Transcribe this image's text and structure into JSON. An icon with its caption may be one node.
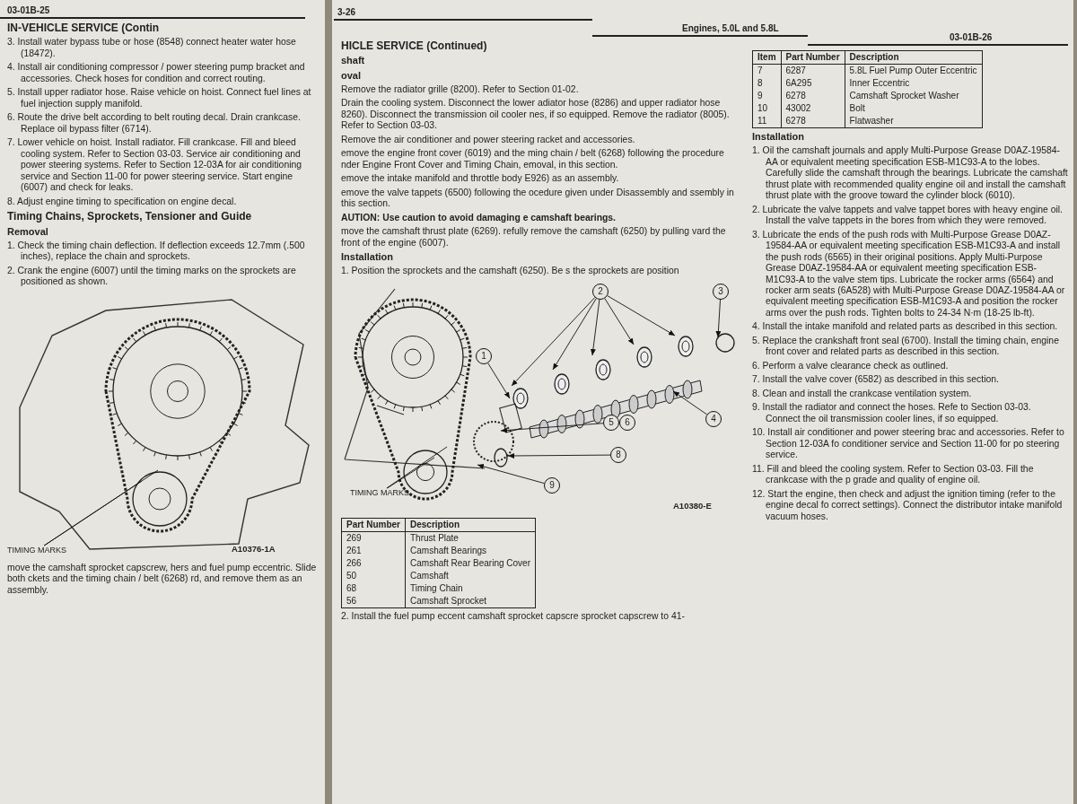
{
  "diagram": {
    "nodes": [
      {
        "text": [
          "TIMING MARKS"
        ]
      },
      {
        "text": [
          "1"
        ]
      },
      {
        "text": [
          "2"
        ]
      },
      {
        "text": [
          "3"
        ]
      },
      {
        "text": [
          "4"
        ]
      },
      {
        "text": [
          "5"
        ]
      },
      {
        "text": [
          "6"
        ]
      },
      {
        "text": [
          "8"
        ]
      },
      {
        "text": [
          "9"
        ]
      },
      {
        "text": [
          "TIMING MARKS"
        ]
      }
    ],
    "edges": [
      {
        "from": 0,
        "to": null,
        "arrow": "none"
      },
      {
        "from": 0,
        "to": null,
        "arrow": "none"
      },
      {
        "from": 1,
        "to": null,
        "arrow": "to"
      },
      {
        "from": 2,
        "to": null,
        "arrow": "to"
      },
      {
        "from": 2,
        "to": null,
        "arrow": "to"
      },
      {
        "from": 2,
        "to": null,
        "arrow": "to"
      },
      {
        "from": 2,
        "to": null,
        "arrow": "to"
      },
      {
        "from": 2,
        "to": null,
        "arrow": "to"
      },
      {
        "from": 3,
        "to": null,
        "arrow": "to"
      },
      {
        "from": 4,
        "to": null,
        "arrow": "to"
      },
      {
        "from": 5,
        "to": null,
        "arrow": "to"
      },
      {
        "from": 7,
        "to": null,
        "arrow": "to"
      },
      {
        "from": 8,
        "to": null,
        "arrow": "to"
      },
      {
        "from": 9,
        "to": null,
        "arrow": "none"
      },
      {
        "from": 9,
        "to": null,
        "arrow": "none"
      }
    ],
    "labels": [
      "03-01B-25",
      "IN-VEHICLE SERVICE (Contin",
      "3. Install water bypass tube or hose (8548) connect heater water hose (18472).",
      "4. Install air conditioning compressor / power steering pump bracket and accessories. Check hoses for condition and correct routing.",
      "5. Install upper radiator hose. Raise vehicle on hoist. Connect fuel lines at fuel injection supply manifold.",
      "6. Route the drive belt according to belt routing decal. Drain crankcase. Replace oil bypass filter (6714).",
      "7. Lower vehicle on hoist. Install radiator. Fill crankcase. Fill and bleed cooling system. Refer to Section 03-03. Service air conditioning and power steering systems. Refer to Section 12-03A for air conditioning service and Section 11-00 for power steering service. Start engine (6007) and check for leaks.",
      "8. Adjust engine timing to specification on engine decal.",
      "Timing Chains, Sprockets, Tensioner and Guide",
      "Removal",
      "1. Check the timing chain deflection. If deflection exceeds 12.7mm (.500 inches), replace the chain and sprockets.",
      "2. Crank the engine (6007) until the timing marks on the sprockets are positioned as shown.",
      "A10376-1A",
      "move the camshaft sprocket capscrew, hers and fuel pump eccentric. Slide both ckets and the timing chain / belt (6268) rd, and remove them as an assembly.",
      "3-26",
      "Engines, 5.0L and 5.8L",
      "03-01B-26",
      "HICLE SERVICE (Continued)",
      "shaft",
      "oval",
      "Remove the radiator grille (8200). Refer to Section 01-02.",
      "Drain the cooling system. Disconnect the lower adiator hose (8286) and upper radiator hose 8260). Disconnect the transmission oil cooler nes, if so equipped. Remove the radiator (8005). Refer to Section 03-03.",
      "Remove the air conditioner and power steering racket and accessories.",
      "emove the engine front cover (6019) and the ming chain / belt (6268) following the procedure nder Engine Front Cover and Timing Chain, emoval, in this section.",
      "emove the intake manifold and throttle body E926) as an assembly.",
      "emove the valve tappets (6500) following the ocedure given under Disassembly and ssembly in this section.",
      "AUTION: Use caution to avoid damaging e camshaft bearings.",
      "move the camshaft thrust plate (6269). refully remove the camshaft (6250) by pulling vard the front of the engine (6007).",
      "Installation",
      "1. Position the sprockets and the camshaft (6250). Be s the sprockets are position",
      "A10380-E",
      "Part Number",
      "Description",
      "269",
      "Thrust Plate",
      "261",
      "Camshaft Bearings",
      "266",
      "Camshaft Rear Bearing Cover",
      "50",
      "Camshaft",
      "68",
      "Timing Chain",
      "56",
      "Camshaft Sprocket",
      "2. Install the fuel pump eccent camshaft sprocket capscre sprocket capscrew to 41-",
      "Item",
      "Part Number",
      "Description",
      "7",
      "6287",
      "5.8L Fuel Pump Outer Eccentric",
      "8",
      "6A295",
      "Inner Eccentric",
      "9",
      "6278",
      "Camshaft Sprocket Washer",
      "10",
      "43002",
      "Bolt",
      "11",
      "6278",
      "Flatwasher",
      "Installation",
      "1. Oil the camshaft journals and apply Multi-Purpose Grease D0AZ-19584-AA or equivalent meeting specification ESB-M1C93-A to the lobes. Carefully slide the camshaft through the bearings. Lubricate the camshaft thrust plate with recommended quality engine oil and install the camshaft thrust plate with the groove toward the cylinder block (6010).",
      "2. Lubricate the valve tappets and valve tappet bores with heavy engine oil. Install the valve tappets in the bores from which they were removed.",
      "3. Lubricate the ends of the push rods with Multi-Purpose Grease D0AZ-19584-AA or equivalent meeting specification ESB-M1C93-A and install the push rods (6565) in their original positions. Apply Multi-Purpose Grease D0AZ-19584-AA or equivalent meeting specification ESB-M1C93-A to the valve stem tips. Lubricate the rocker arms (6564) and rocker arm seats (6A528) with Multi-Purpose Grease D0AZ-19584-AA or equivalent meeting specification ESB-M1C93-A and position the rocker arms over the push rods. Tighten bolts to 24-34 N·m (18-25 lb-ft).",
      "4. Install the intake manifold and related parts as described in this section.",
      "5. Replace the crankshaft front seal (6700). Install the timing chain, engine front cover and related parts as described in this section.",
      "6. Perform a valve clearance check as outlined.",
      "7. Install the valve cover (6582) as described in this section.",
      "8. Clean and install the crankcase ventilation system.",
      "9. Install the radiator and connect the hoses. Refe to Section 03-03. Connect the oil transmission cooler lines, if so equipped.",
      "10. Install air conditioner and power steering brac and accessories. Refer to Section 12-03A fo conditioner service and Section 11-00 for po steering service.",
      "11. Fill and bleed the cooling system. Refer to Section 03-03. Fill the crankcase with the p grade and quality of engine oil.",
      "12. Start the engine, then check and adjust the ignition timing (refer to the engine decal fo correct settings). Connect the distributor intake manifold vacuum hoses."
    ]
  }
}
